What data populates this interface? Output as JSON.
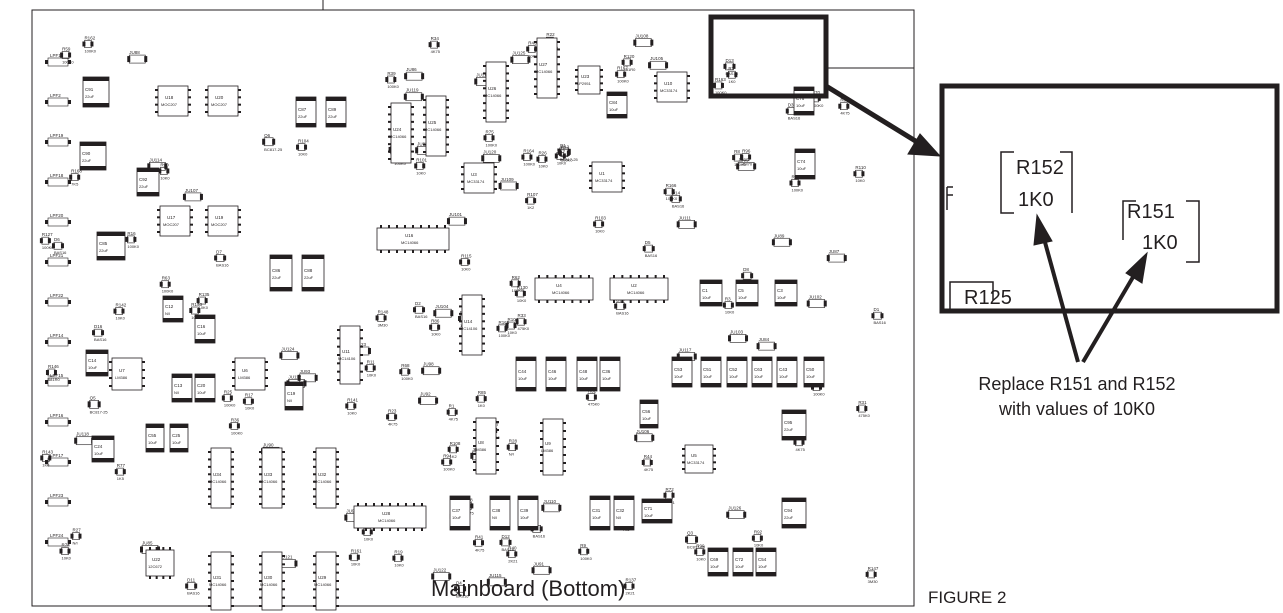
{
  "figure": {
    "board_title": "Mainboard (Bottom)",
    "figure_label": "FIGURE 2",
    "note": "Replace R151 and R152 with values of 10K0"
  },
  "zoom": {
    "r152": "R152",
    "r152_value": "1K0",
    "r151": "R151",
    "r151_value": "1K0",
    "r125": "R125"
  },
  "colors": {
    "line": "#231f20",
    "background": "#ffffff",
    "component_fill": "#ffffff",
    "pin_fill": "#231f20"
  },
  "parts": {
    "ics": [
      {
        "ref": "U27",
        "val": "MC14066"
      },
      {
        "ref": "U26",
        "val": "MC14066"
      },
      {
        "ref": "U23",
        "val": "LP2951"
      },
      {
        "ref": "U10",
        "val": "MC33174"
      },
      {
        "ref": "U24",
        "val": "MC14066"
      },
      {
        "ref": "U25",
        "val": "MC14066"
      },
      {
        "ref": "U3",
        "val": "MC33174"
      },
      {
        "ref": "U1",
        "val": "MC33174"
      },
      {
        "ref": "U16",
        "val": "MC14066"
      },
      {
        "ref": "U4",
        "val": "MC14066"
      },
      {
        "ref": "U2",
        "val": "MC14066"
      },
      {
        "ref": "U14",
        "val": "MC14106"
      },
      {
        "ref": "U11",
        "val": "MC14106"
      },
      {
        "ref": "U8",
        "val": "LM386"
      },
      {
        "ref": "U9",
        "val": "LM386"
      },
      {
        "ref": "U5",
        "val": "MC33174"
      },
      {
        "ref": "U34",
        "val": "MC14066"
      },
      {
        "ref": "U33",
        "val": "MC14066"
      },
      {
        "ref": "U32",
        "val": "MC14066"
      },
      {
        "ref": "U28",
        "val": "MC14066"
      },
      {
        "ref": "U31",
        "val": "MC14066"
      },
      {
        "ref": "U30",
        "val": "MC14066"
      },
      {
        "ref": "U29",
        "val": "MC14066"
      },
      {
        "ref": "U22",
        "val": "12C672"
      },
      {
        "ref": "U7",
        "val": "LM386"
      },
      {
        "ref": "U6",
        "val": "LM386"
      },
      {
        "ref": "U17",
        "val": "MOC207"
      },
      {
        "ref": "U19",
        "val": "MOC207"
      },
      {
        "ref": "U18",
        "val": "MOC207"
      },
      {
        "ref": "U20",
        "val": "MOC207"
      }
    ],
    "caps": [
      {
        "ref": "C91",
        "val": "22uF"
      },
      {
        "ref": "C87",
        "val": "22uF"
      },
      {
        "ref": "C89",
        "val": "22uF"
      },
      {
        "ref": "C90",
        "val": "22uF"
      },
      {
        "ref": "C92",
        "val": "22uF"
      },
      {
        "ref": "C86",
        "val": "22uF"
      },
      {
        "ref": "C88",
        "val": "22uF"
      },
      {
        "ref": "C85",
        "val": "22uF"
      },
      {
        "ref": "C84",
        "val": "10uF"
      },
      {
        "ref": "C76",
        "val": "10uF"
      },
      {
        "ref": "C74",
        "val": "10uF"
      },
      {
        "ref": "C1",
        "val": "10uF"
      },
      {
        "ref": "C5",
        "val": "10uF"
      },
      {
        "ref": "C3",
        "val": "10uF"
      },
      {
        "ref": "C44",
        "val": "10uF"
      },
      {
        "ref": "C46",
        "val": "10uF"
      },
      {
        "ref": "C48",
        "val": "10uF"
      },
      {
        "ref": "C36",
        "val": "10uF"
      },
      {
        "ref": "C53",
        "val": "10uF"
      },
      {
        "ref": "C51",
        "val": "10uF"
      },
      {
        "ref": "C52",
        "val": "10uF"
      },
      {
        "ref": "C63",
        "val": "10uF"
      },
      {
        "ref": "C43",
        "val": "10uF"
      },
      {
        "ref": "C50",
        "val": "10uF"
      },
      {
        "ref": "C95",
        "val": "22uF"
      },
      {
        "ref": "C94",
        "val": "22uF"
      },
      {
        "ref": "C37",
        "val": "10uF"
      },
      {
        "ref": "C38",
        "val": "N/I"
      },
      {
        "ref": "C39",
        "val": "10uF"
      },
      {
        "ref": "C31",
        "val": "10uF"
      },
      {
        "ref": "C32",
        "val": "N/I"
      },
      {
        "ref": "C71",
        "val": "10uF"
      },
      {
        "ref": "C69",
        "val": "10uF"
      },
      {
        "ref": "C72",
        "val": "10uF"
      },
      {
        "ref": "C54",
        "val": "10uF"
      },
      {
        "ref": "C13",
        "val": "N/I"
      },
      {
        "ref": "C20",
        "val": "10uF"
      },
      {
        "ref": "C14",
        "val": "10uF"
      },
      {
        "ref": "C16",
        "val": "10uF"
      },
      {
        "ref": "C12",
        "val": "N/I"
      },
      {
        "ref": "C19",
        "val": "N/I"
      },
      {
        "ref": "C24",
        "val": "10uF"
      },
      {
        "ref": "C55",
        "val": "10uF"
      },
      {
        "ref": "C25",
        "val": "10uF"
      },
      {
        "ref": "C56",
        "val": "10uF"
      }
    ],
    "resistors": [
      {
        "ref": "R107",
        "val": "1K2"
      },
      {
        "ref": "R168",
        "val": "7K5"
      },
      {
        "ref": "R108",
        "val": "1K2"
      },
      {
        "ref": "R169",
        "val": "7K5"
      },
      {
        "ref": "R76",
        "val": "10K0"
      },
      {
        "ref": "R77",
        "val": "1K5"
      },
      {
        "ref": "R106",
        "val": "10K0"
      },
      {
        "ref": "R96",
        "val": "4M70"
      },
      {
        "ref": "R158",
        "val": "10K0"
      },
      {
        "ref": "R153",
        "val": "10K0"
      },
      {
        "ref": "R148",
        "val": "3M30"
      },
      {
        "ref": "R147",
        "val": "3M30"
      },
      {
        "ref": "R101",
        "val": "10K0"
      },
      {
        "ref": "R104",
        "val": "10K0"
      },
      {
        "ref": "R94",
        "val": "100K0"
      },
      {
        "ref": "R89",
        "val": "100K0"
      },
      {
        "ref": "R86",
        "val": "10K0"
      },
      {
        "ref": "R90",
        "val": "10K0"
      },
      {
        "ref": "R85",
        "val": "1K0"
      },
      {
        "ref": "R44",
        "val": "4K75"
      },
      {
        "ref": "R75",
        "val": "100K0"
      },
      {
        "ref": "R74",
        "val": "10K0"
      },
      {
        "ref": "R19",
        "val": "10K0"
      },
      {
        "ref": "R8",
        "val": "100K0"
      },
      {
        "ref": "R12",
        "val": "100K0"
      },
      {
        "ref": "R17",
        "val": "10K0"
      },
      {
        "ref": "R11",
        "val": "10K0"
      },
      {
        "ref": "R2",
        "val": "1K0"
      },
      {
        "ref": "R4",
        "val": "100K0"
      },
      {
        "ref": "R25",
        "val": "100K0"
      },
      {
        "ref": "R32",
        "val": "475K0"
      },
      {
        "ref": "R3",
        "val": "10K0"
      },
      {
        "ref": "R62",
        "val": "100K0"
      },
      {
        "ref": "R63",
        "val": "100K0"
      },
      {
        "ref": "R68",
        "val": "100K0"
      },
      {
        "ref": "R70",
        "val": "100K0"
      },
      {
        "ref": "R115",
        "val": "10K0"
      },
      {
        "ref": "R116",
        "val": "100K0"
      },
      {
        "ref": "R9",
        "val": "100K0"
      },
      {
        "ref": "R21",
        "val": "100K0"
      },
      {
        "ref": "R22",
        "val": "100K0"
      },
      {
        "ref": "R16",
        "val": "100K0"
      },
      {
        "ref": "R23",
        "val": "4K75"
      },
      {
        "ref": "R15",
        "val": "4K75"
      },
      {
        "ref": "R65",
        "val": "100K0"
      },
      {
        "ref": "R127",
        "val": "100K0"
      },
      {
        "ref": "R117",
        "val": "100K0"
      },
      {
        "ref": "R137",
        "val": "2K21"
      },
      {
        "ref": "R130",
        "val": "10K0"
      },
      {
        "ref": "R135",
        "val": "10K0"
      },
      {
        "ref": "R111",
        "val": "10K0"
      },
      {
        "ref": "R110",
        "val": "10K0"
      },
      {
        "ref": "R39",
        "val": "100K0"
      },
      {
        "ref": "R36",
        "val": "100K0"
      },
      {
        "ref": "R40",
        "val": "2K21"
      },
      {
        "ref": "R72",
        "val": "2K21"
      },
      {
        "ref": "R34",
        "val": "4K75"
      },
      {
        "ref": "R59",
        "val": "100K0"
      },
      {
        "ref": "R41",
        "val": "4K75"
      },
      {
        "ref": "R61",
        "val": "4K75"
      },
      {
        "ref": "R46",
        "val": "10K0"
      },
      {
        "ref": "R142",
        "val": "10K0"
      },
      {
        "ref": "R141",
        "val": "10K0"
      },
      {
        "ref": "R166",
        "val": "100K0"
      },
      {
        "ref": "R167",
        "val": "100K0"
      },
      {
        "ref": "R162",
        "val": "100K0"
      },
      {
        "ref": "R165",
        "val": "100K0"
      },
      {
        "ref": "R163",
        "val": "100K0"
      },
      {
        "ref": "R164",
        "val": "100K0"
      },
      {
        "ref": "R143",
        "val": "1K0"
      },
      {
        "ref": "R144",
        "val": "10K0"
      },
      {
        "ref": "R99",
        "val": "10K0"
      },
      {
        "ref": "R103",
        "val": "10K0"
      },
      {
        "ref": "R98",
        "val": "47K0"
      },
      {
        "ref": "R161",
        "val": "10K0"
      },
      {
        "ref": "R120",
        "val": "681R0"
      },
      {
        "ref": "R79",
        "val": "10K0"
      },
      {
        "ref": "R146",
        "val": "681R0"
      },
      {
        "ref": "R1",
        "val": "4K75"
      },
      {
        "ref": "R92",
        "val": "10K0"
      },
      {
        "ref": "R26",
        "val": "10K0"
      },
      {
        "ref": "R27",
        "val": "N/I"
      },
      {
        "ref": "R28",
        "val": "N/I"
      },
      {
        "ref": "R31",
        "val": "475K0"
      },
      {
        "ref": "R33",
        "val": "475K0"
      },
      {
        "ref": "R56",
        "val": "4K75"
      },
      {
        "ref": "R58",
        "val": "4K75"
      }
    ],
    "connectors": [
      "JU120",
      "JU124",
      "JU123",
      "JU95",
      "JU109",
      "JU88",
      "JU99",
      "JU103",
      "JU105",
      "JU114",
      "JU104",
      "JU106",
      "JU108",
      "JU107",
      "JU98",
      "JU102",
      "JU101",
      "JU121",
      "JU122",
      "JU87",
      "JU119",
      "JU118",
      "JU115",
      "JU111",
      "JU113",
      "JU112",
      "JU110",
      "JU117",
      "JU116",
      "JU93",
      "JU92",
      "JU84",
      "JU97",
      "JU90",
      "JU100",
      "JU89",
      "JU86",
      "JU85",
      "JU91",
      "JU126",
      "JU125"
    ],
    "filters": [
      "LPF1",
      "LPF2",
      "LPF19",
      "LPF18",
      "LPF20",
      "LPF21",
      "LPF22",
      "LPF14",
      "LPF15",
      "LPF16",
      "LPF17",
      "LPF23",
      "LPF24"
    ],
    "diodes": [
      {
        "ref": "D10",
        "val": "BAS16"
      },
      {
        "ref": "D11",
        "val": "BAS16"
      },
      {
        "ref": "D12",
        "val": "BAS16"
      },
      {
        "ref": "D13",
        "val": "BAS16"
      },
      {
        "ref": "D14",
        "val": "BAS16"
      },
      {
        "ref": "D7",
        "val": "BAS16"
      },
      {
        "ref": "D9",
        "val": "BAS16"
      },
      {
        "ref": "D8",
        "val": "BAS16"
      },
      {
        "ref": "D5",
        "val": "BAS16"
      },
      {
        "ref": "D6",
        "val": "BAS16"
      },
      {
        "ref": "D4",
        "val": "BAS16"
      },
      {
        "ref": "D3",
        "val": "BAS16"
      },
      {
        "ref": "D15",
        "val": "BAS16"
      },
      {
        "ref": "D16",
        "val": "BAS16"
      },
      {
        "ref": "D2",
        "val": "BAS16"
      },
      {
        "ref": "D1",
        "val": "BAS16"
      }
    ],
    "transistors": [
      {
        "ref": "Q4",
        "val": "BC817-25"
      },
      {
        "ref": "Q5",
        "val": "BC817-25"
      },
      {
        "ref": "Q2",
        "val": "BC817-25"
      },
      {
        "ref": "Q3",
        "val": "BC817-25"
      },
      {
        "ref": "Q1",
        "val": "BC817-25"
      },
      {
        "ref": "Q6",
        "val": "BC817-25"
      }
    ]
  }
}
